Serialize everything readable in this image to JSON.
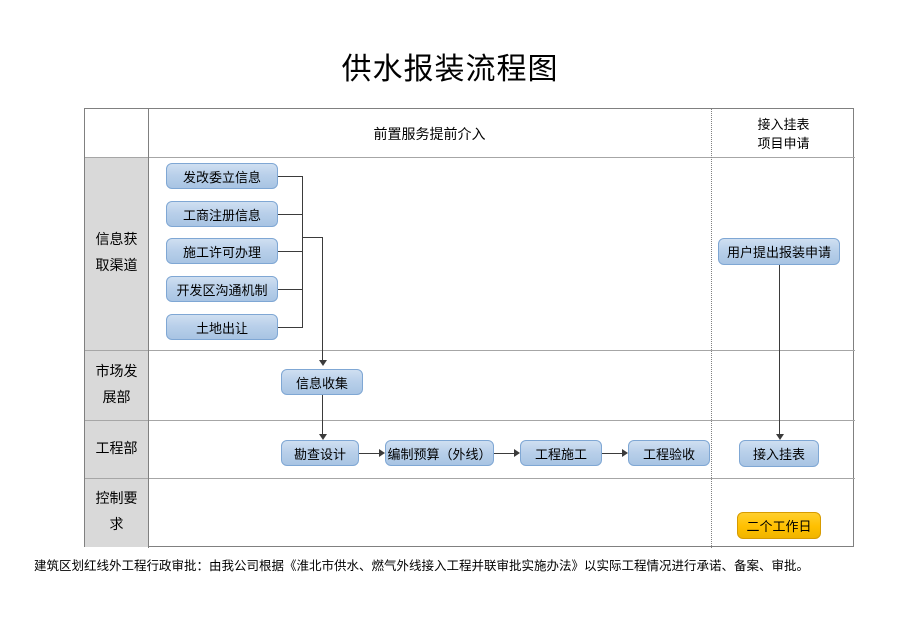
{
  "title": "供水报装流程图",
  "table": {
    "header": {
      "center": "前置服务提前介入",
      "right_line1": "接入挂表",
      "right_line2": "项目申请"
    },
    "row_labels": [
      {
        "line1": "信息获",
        "line2": "取渠道"
      },
      {
        "line1": "市场发",
        "line2": "展部"
      },
      {
        "line1": "工程部",
        "line2": ""
      },
      {
        "line1": "控制要",
        "line2": "求"
      }
    ]
  },
  "nodes": {
    "sources": [
      "发改委立信息",
      "工商注册信息",
      "施工许可办理",
      "开发区沟通机制",
      "土地出让"
    ],
    "collect": "信息收集",
    "engineering": [
      "勘查设计",
      "编制预算（外线）",
      "工程施工",
      "工程验收"
    ],
    "user_application": "用户提出报装申请",
    "connection_meter": "接入挂表",
    "control_duration": "二个工作日"
  },
  "footnote": "建筑区划红线外工程行政审批：由我公司根据《淮北市供水、燃气外线接入工程并联审批实施办法》以实际工程情况进行承诺、备案、审批。",
  "colors": {
    "node_fill": "#b9d0ea",
    "node_border": "#7fa7d4",
    "gold_fill": "#ffc000",
    "gold_border": "#d79b00",
    "label_cell": "#d9d9d9",
    "table_border": "#808080",
    "line": "#3b3b3b"
  }
}
